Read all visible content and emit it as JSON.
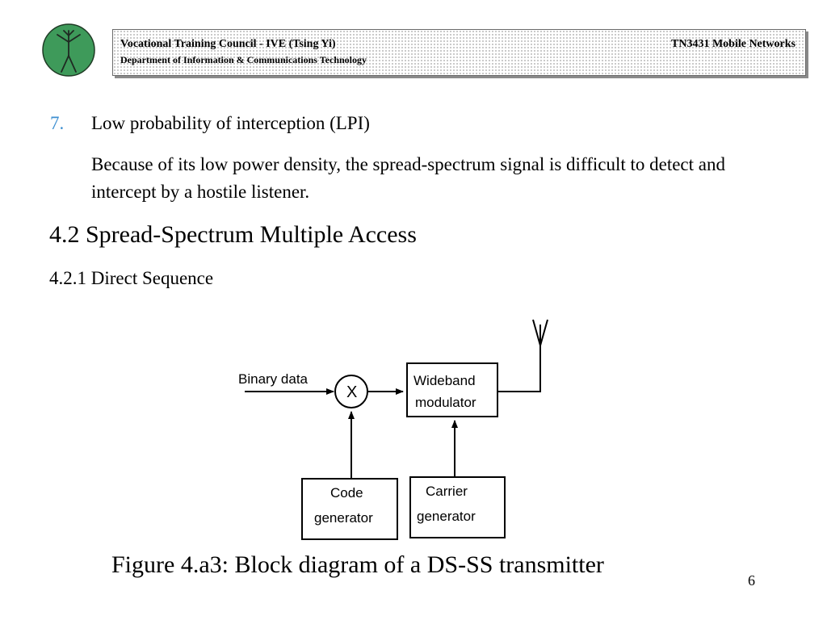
{
  "header": {
    "organization": "Vocational Training Council - IVE (Tsing Yi)",
    "department": "Department of Information & Communications Technology",
    "course": "TN3431 Mobile Networks",
    "logo_color": "#3e9a5a"
  },
  "content": {
    "item": {
      "number": "7.",
      "title": "Low probability of interception (LPI)",
      "body": "Because of its low power density, the spread-spectrum signal is difficult to detect and intercept by a hostile listener."
    },
    "section_title": "4.2 Spread-Spectrum Multiple Access",
    "subsection_title": "4.2.1 Direct Sequence"
  },
  "diagram": {
    "input_label": "Binary data",
    "multiplier_symbol": "X",
    "modulator_line1": "Wideband",
    "modulator_line2": "modulator",
    "code_gen_line1": "Code",
    "code_gen_line2": "generator",
    "carrier_gen_line1": "Carrier",
    "carrier_gen_line2": "generator"
  },
  "caption": "Figure 4.a3: Block diagram of a DS-SS transmitter",
  "page_number": "6"
}
